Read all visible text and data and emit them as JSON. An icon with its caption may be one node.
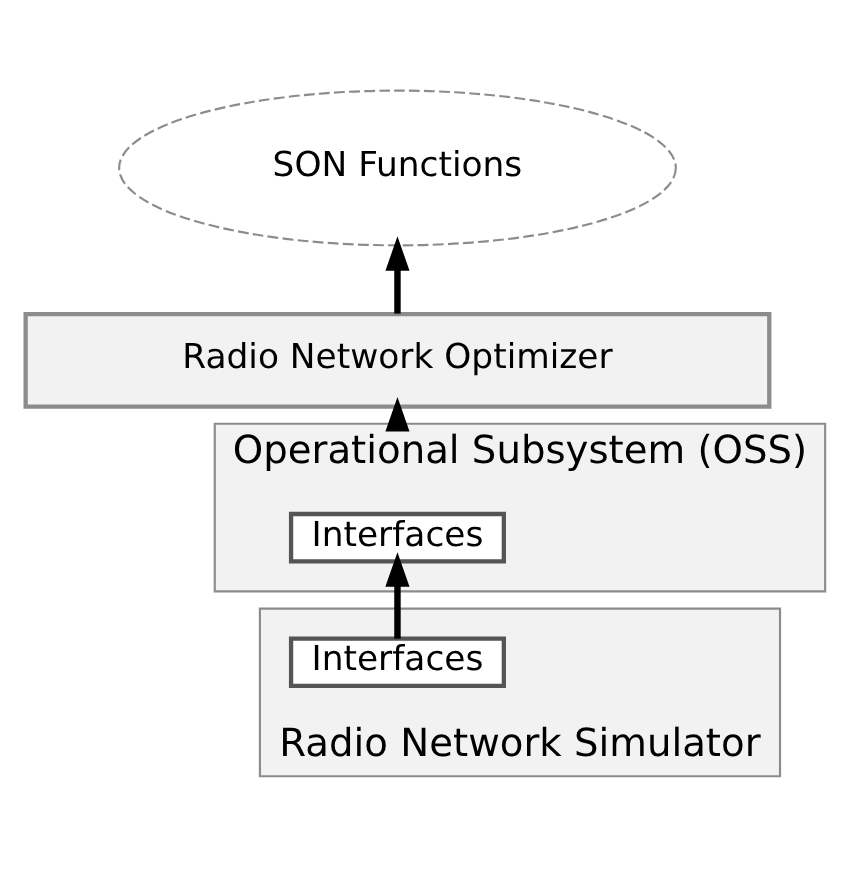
{
  "diagram": {
    "nodes": [
      {
        "text": [
          "SON Functions"
        ]
      },
      {
        "text": [
          "Radio Network Optimizer"
        ]
      },
      {
        "text": [
          "Operational Subsystem (OSS)"
        ]
      },
      {
        "text": [
          "Interfaces"
        ],
        "in": 2
      },
      {
        "text": [
          "Radio Network Simulator"
        ]
      },
      {
        "text": [
          "Interfaces"
        ],
        "in": 4
      }
    ],
    "edges": [
      {
        "from": 1,
        "to": 0,
        "arrow": "to"
      },
      {
        "from": 2,
        "to": 1,
        "arrow": "to"
      },
      {
        "from": 5,
        "to": 3,
        "arrow": "to"
      }
    ]
  }
}
